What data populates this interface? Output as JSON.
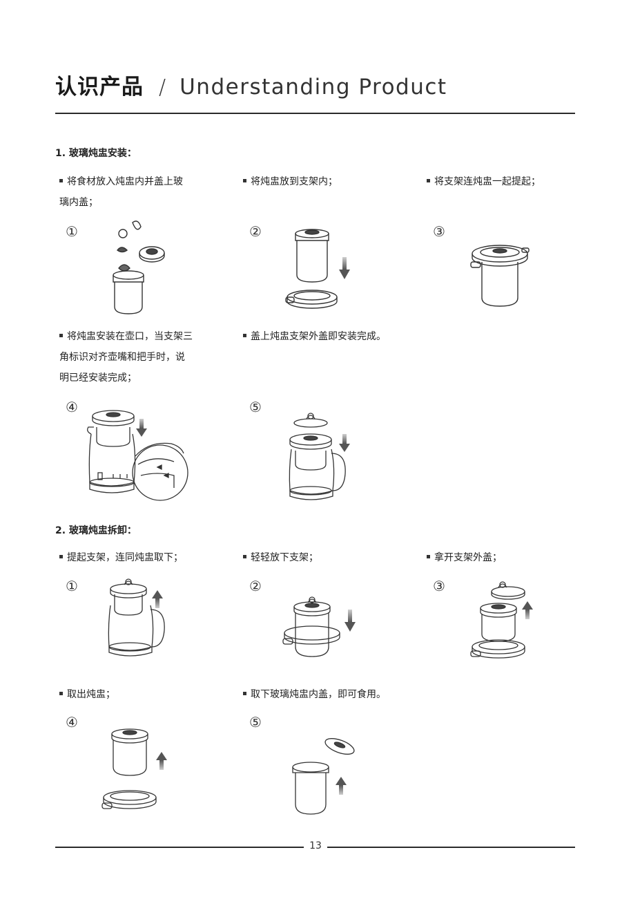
{
  "header": {
    "title_cn": "认识产品",
    "separator": "/",
    "title_en": "Understanding Product"
  },
  "section1": {
    "heading": "1. 玻璃炖盅安装：",
    "steps": [
      {
        "num": "①",
        "text": "将食材放入炖盅内并盖上玻\n璃内盖；"
      },
      {
        "num": "②",
        "text": "将炖盅放到支架内；"
      },
      {
        "num": "③",
        "text": "将支架连炖盅一起提起；"
      },
      {
        "num": "④",
        "text": "将炖盅安装在壶口，当支架三\n角标识对齐壶嘴和把手时，说\n明已经安装完成；"
      },
      {
        "num": "⑤",
        "text": "盖上炖盅支架外盖即安装完成。"
      }
    ]
  },
  "section2": {
    "heading": "2. 玻璃炖盅拆卸：",
    "steps": [
      {
        "num": "①",
        "text": "提起支架，连同炖盅取下；"
      },
      {
        "num": "②",
        "text": "轻轻放下支架；"
      },
      {
        "num": "③",
        "text": "拿开支架外盖；"
      },
      {
        "num": "④",
        "text": "取出炖盅；"
      },
      {
        "num": "⑤",
        "text": "取下玻璃炖盅内盖，即可食用。"
      }
    ]
  },
  "footer": {
    "page_number": "13"
  },
  "colors": {
    "line": "#2a2a2a",
    "arrow": "#888888",
    "outline": "#333333"
  }
}
